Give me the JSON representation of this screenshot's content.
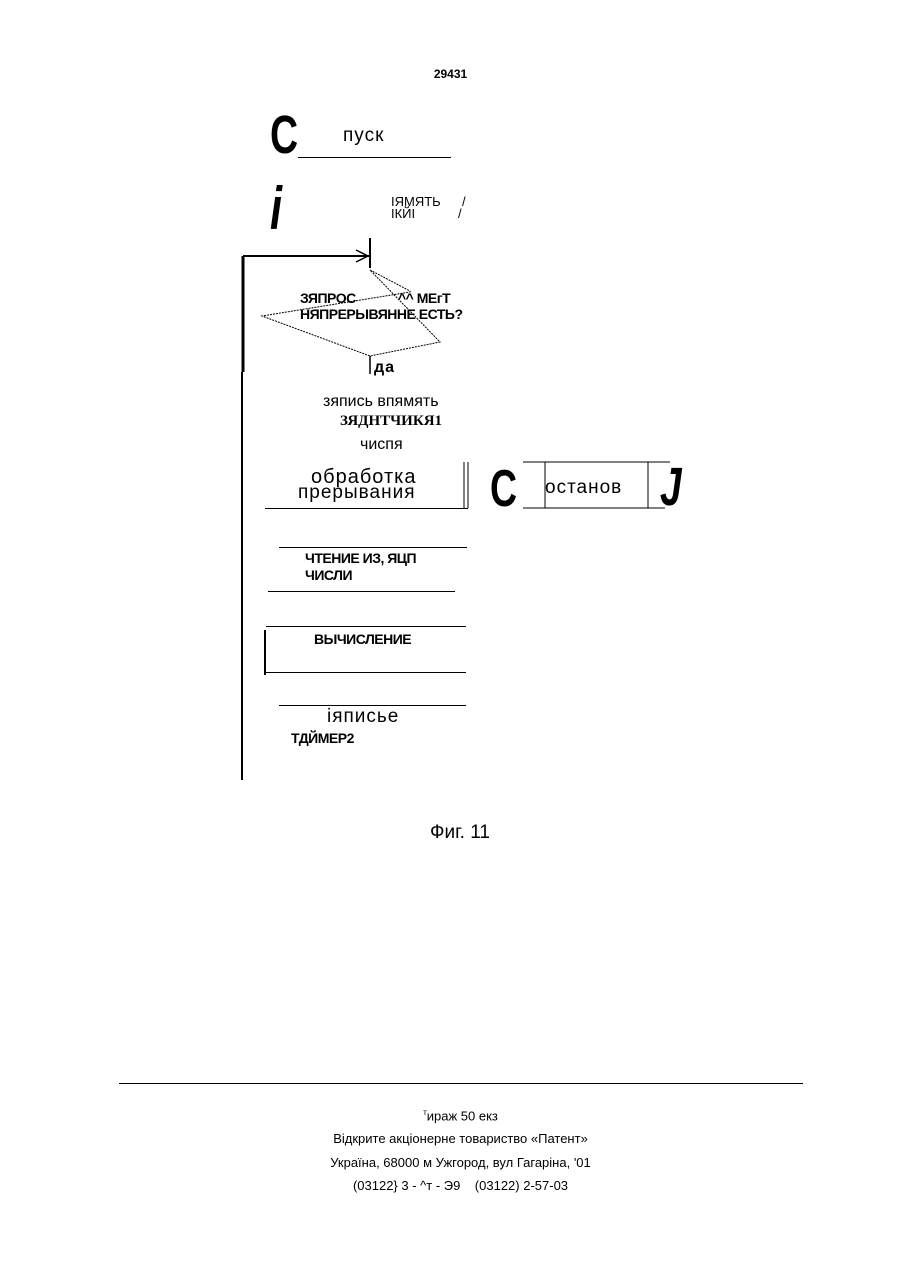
{
  "page_number": "29431",
  "flowchart": {
    "start": {
      "letter": "C",
      "label": "пуск"
    },
    "init": {
      "letter": "i",
      "line1": "ІЯМЯТЬ",
      "line2": "ІКЙІ",
      "slash1": "/",
      "slash2": "/"
    },
    "decision": {
      "line1_left": "ЗЯПРОС",
      "line1_right": "^^ МЕгТ",
      "line2": "НЯПРЕРЫВЯННЕ ЕСТЬ?",
      "yes_label": "да"
    },
    "write_step": {
      "line1": "зяпись впямять",
      "line2": "ЗЯДНТЧИКЯ1",
      "line3": "чиспя"
    },
    "interrupt_step": {
      "line1": "обработка",
      "line2": "прерывания"
    },
    "stop": {
      "letter_left": "C",
      "label": "останов",
      "letter_right": "J"
    },
    "read_step": {
      "line1": "ЧТЕНИЕ ИЗ, ЯЦП",
      "line2": "ЧИСЛИ"
    },
    "compute_step": {
      "label": "ВЫЧИСЛЕНИЕ"
    },
    "timer_step": {
      "line1": "іяписье",
      "line2": "ТДЙМЕР2"
    }
  },
  "caption": "Фиг. 11",
  "footer": {
    "line1_sup": "т",
    "line1": "ираж 50 екз",
    "line2": "Відкрите акціонерне товариство «Патент»",
    "line3": "Україна, 68000 м Ужгород, вул Гагаріна, '01",
    "line4": "(03122} 3 - ^т - Э9    (03122) 2-57-03"
  }
}
